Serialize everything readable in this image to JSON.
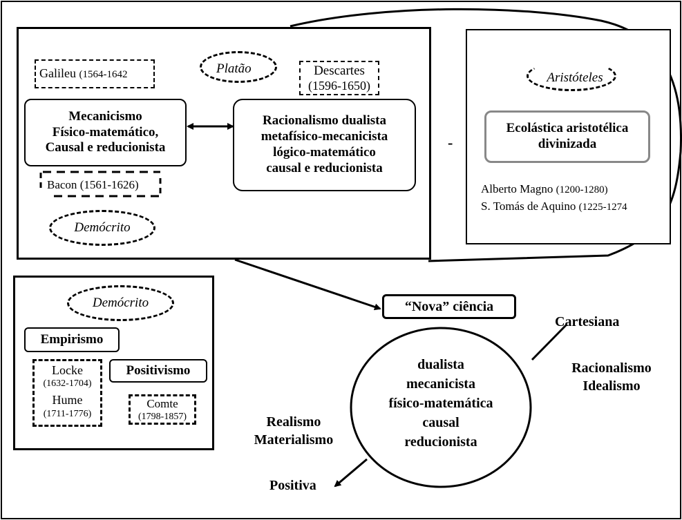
{
  "top_left_box": {
    "galileu": {
      "name": "Galileu",
      "years": "(1564-1642"
    },
    "platao": "Platão",
    "descartes": {
      "name": "Descartes",
      "years": "(1596-1650)"
    },
    "mecanicismo": [
      "Mecanicismo",
      "Físico-matemático,",
      "Causal e reducionista"
    ],
    "racionalismo": [
      "Racionalismo dualista",
      "metafísico-mecanicista",
      "lógico-matemático",
      "causal e reducionista"
    ],
    "bacon": {
      "name": "Bacon",
      "years": "(1561-1626)"
    },
    "democrito": "Demócrito"
  },
  "top_right_box": {
    "aristoteles": "Aristóteles",
    "escolastica": [
      "Ecolástica aristotélica",
      "divinizada"
    ],
    "alberto": {
      "name": "Alberto Magno",
      "years": "(1200-1280)"
    },
    "tomas": {
      "name": "S. Tomás de Aquino",
      "years": "(1225-1274"
    }
  },
  "minus_sign": "-",
  "bottom_left_box": {
    "democrito": "Demócrito",
    "empirismo": "Empirismo",
    "positivismo": "Positivismo",
    "locke": {
      "name": "Locke",
      "years": "(1632-1704)"
    },
    "hume": {
      "name": "Hume",
      "years": "(1711-1776)"
    },
    "comte": {
      "name": "Comte",
      "years": "(1798-1857)"
    }
  },
  "nova_ciencia": "“Nova” ciência",
  "circle_lines": [
    "dualista",
    "mecanicista",
    "físico-matemática",
    "causal",
    "reducionista"
  ],
  "cartesiana": "Cartesiana",
  "racionalismo_idealismo": [
    "Racionalismo",
    "Idealismo"
  ],
  "realismo_materialismo": [
    "Realismo",
    "Materialismo"
  ],
  "positiva": "Positiva"
}
